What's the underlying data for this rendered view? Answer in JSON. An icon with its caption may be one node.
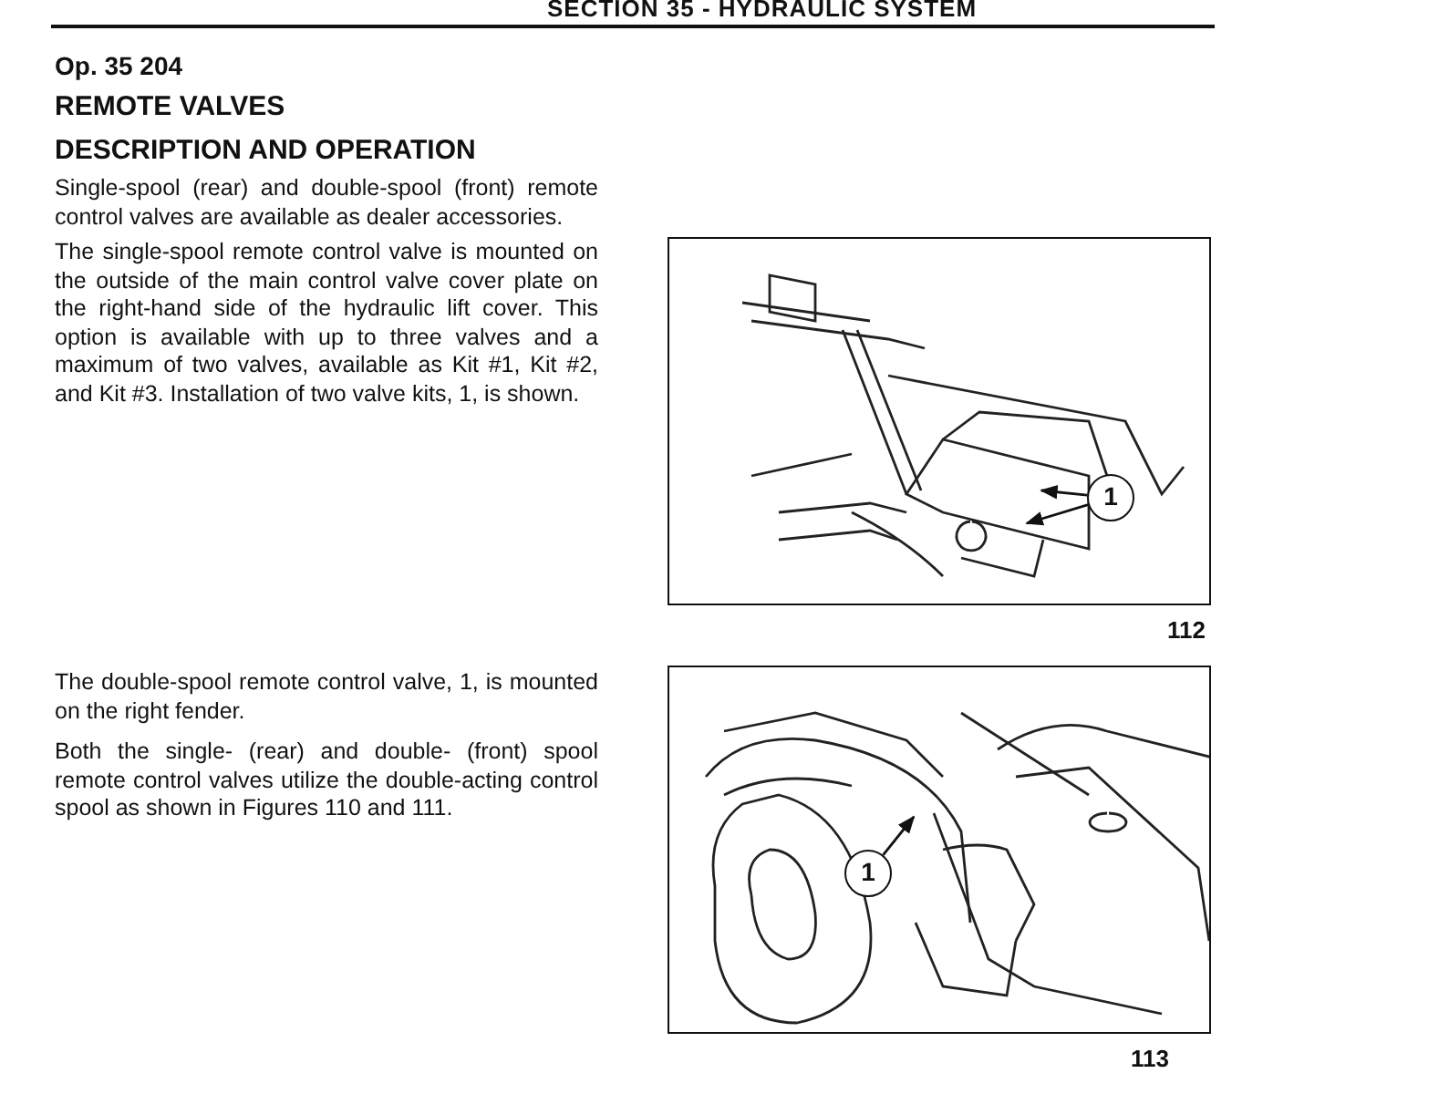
{
  "diagram": {
    "nodes": [
      {
        "text": [],
        "shape": "picture",
        "beside": [
          "112"
        ]
      },
      {
        "text": [
          "1"
        ],
        "in": 0
      },
      {
        "text": [],
        "shape": "picture",
        "beside": [
          "113"
        ]
      },
      {
        "text": [
          "1"
        ],
        "in": 2
      }
    ],
    "edges": [
      {
        "from": 1,
        "to": null,
        "arrow": "to"
      },
      {
        "from": 1,
        "to": null,
        "arrow": "to"
      },
      {
        "from": 3,
        "to": null,
        "arrow": "to"
      }
    ],
    "labels": [
      "SECTION 35 - HYDRAULIC SYSTEM",
      "Op. 35 204",
      "REMOTE VALVES",
      "DESCRIPTION AND OPERATION",
      "Single-spool (rear) and double-spool (front) remote control valves are available as dealer accessories.",
      "The single-spool remote control valve is mounted on the outside of the main control valve cover plate on the right-hand side of the hydraulic lift cover. This option is available with up to three valves and a maximum of two valves, available as Kit #1, Kit #2, and Kit #3. Installation of two valve kits, 1, is shown.",
      "The double-spool remote control valve, 1, is mounted on the right fender.",
      "Both the single- (rear) and double- (front) spool remote control valves utilize the double-acting control spool as shown in Figures 110 and 111."
    ]
  }
}
